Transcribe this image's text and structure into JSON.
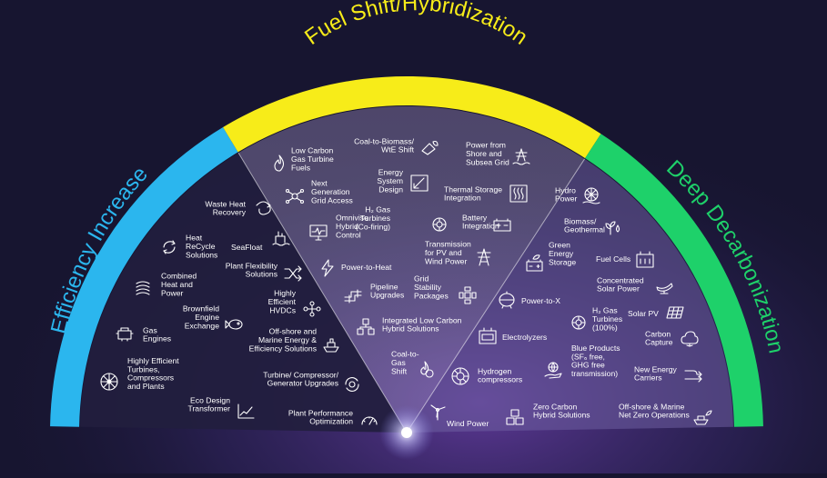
{
  "colors": {
    "background": "#171530",
    "efficiency": "#2bb6ee",
    "fuel_shift": "#f7ec19",
    "deep_decarb": "#1ed16a",
    "fuel_title": "#f7ec19",
    "efficiency_title": "#2bb6ee",
    "deep_title": "#1ed16a",
    "glow": "#ffffff"
  },
  "sections": {
    "efficiency": {
      "title": "Efficiency Increase"
    },
    "fuel_shift": {
      "title": "Fuel Shift/Hybridization"
    },
    "deep_decarb": {
      "title": "Deep Decarbonization"
    }
  },
  "items": {
    "waste_heat": {
      "label": "Waste Heat\nRecovery",
      "icon": "spiral-arrows-icon"
    },
    "heat_recycle": {
      "label": "Heat\nReCycle\nSolutions",
      "icon": "recycle-icon"
    },
    "seafloat": {
      "label": "SeaFloat",
      "icon": "offshore-platform-icon"
    },
    "plant_flex": {
      "label": "Plant Flexibility\nSolutions",
      "icon": "shuffle-icon"
    },
    "combined_heat": {
      "label": "Combined\nHeat and\nPower",
      "icon": "turbine-coil-icon"
    },
    "brownfield": {
      "label": "Brownfield\nEngine\nExchange",
      "icon": "exchange-fish-icon"
    },
    "gas_engines": {
      "label": "Gas\nEngines",
      "icon": "engine-icon"
    },
    "hvdcs": {
      "label": "Highly\nEfficient\nHVDCs",
      "icon": "network-nodes-icon"
    },
    "offshore_marine": {
      "label": "Off-shore and\nMarine Energy &\nEfficiency Solutions",
      "icon": "ship-icon"
    },
    "hi_turbines": {
      "label": "Highly Efficient\nTurbines,\nCompressors\nand Plants",
      "icon": "turbine-icon"
    },
    "turbine_upgrades": {
      "label": "Turbine/ Compressor/\nGenerator Upgrades",
      "icon": "refresh-gear-icon"
    },
    "eco_transformer": {
      "label": "Eco Design\nTransformer",
      "icon": "chart-line-icon"
    },
    "plant_perf": {
      "label": "Plant Performance\nOptimization",
      "icon": "gauge-icon"
    },
    "low_carbon_fuels": {
      "label": "Low Carbon\nGas Turbine\nFuels",
      "icon": "flame-icon"
    },
    "coal_biomass": {
      "label": "Coal-to-Biomass/\nWtE Shift",
      "icon": "biomass-leaf-icon"
    },
    "next_grid": {
      "label": "Next\nGeneration\nGrid Access",
      "icon": "grid-hub-icon"
    },
    "energy_design": {
      "label": "Energy\nSystem\nDesign",
      "icon": "drafting-icon"
    },
    "omnivise": {
      "label": "Omnivise\nHybrid\nControl",
      "icon": "monitor-pulse-icon"
    },
    "h2_cofiring": {
      "label": "H₂ Gas\nTurbines\n(Co-firing)",
      "icon": "h2-turbine-icon"
    },
    "power_heat": {
      "label": "Power-to-Heat",
      "icon": "lightning-icon"
    },
    "pipeline": {
      "label": "Pipeline\nUpgrades",
      "icon": "pipe-icon"
    },
    "int_low_carbon": {
      "label": "Integrated Low Carbon\nHybrid Solutions",
      "icon": "hybrid-blocks-icon"
    },
    "coal_gas": {
      "label": "Coal-to-\nGas\nShift",
      "icon": "gas-flame-icon"
    },
    "power_shore": {
      "label": "Power from\nShore and\nSubsea Grid",
      "icon": "pylon-sea-icon"
    },
    "thermal_storage": {
      "label": "Thermal Storage\nIntegration",
      "icon": "heat-waves-icon"
    },
    "battery": {
      "label": "Battery\nIntegration",
      "icon": "battery-icon"
    },
    "transmission": {
      "label": "Transmission\nfor PV and\nWind Power",
      "icon": "pylon-icon"
    },
    "grid_stability": {
      "label": "Grid\nStability\nPackages",
      "icon": "grid-cross-icon"
    },
    "hydro": {
      "label": "Hydro\nPower",
      "icon": "hydro-wheel-icon"
    },
    "biomass_geo": {
      "label": "Biomass/\nGeothermal",
      "icon": "plant-drop-icon"
    },
    "green_storage": {
      "label": "Green\nEnergy\nStorage",
      "icon": "battery-leaf-icon"
    },
    "fuel_cells": {
      "label": "Fuel Cells",
      "icon": "fuel-cell-icon"
    },
    "csp": {
      "label": "Concentrated\nSolar Power",
      "icon": "solar-mirror-icon"
    },
    "power_x": {
      "label": "Power-to-X",
      "icon": "tank-icon"
    },
    "h2_100": {
      "label": "H₂ Gas\nTurbines\n(100%)",
      "icon": "h2-turbine-icon"
    },
    "solar_pv": {
      "label": "Solar PV",
      "icon": "solar-panel-icon"
    },
    "electrolyzers": {
      "label": "Electrolyzers",
      "icon": "electrolyzer-icon"
    },
    "carbon_capture": {
      "label": "Carbon\nCapture",
      "icon": "co2-cloud-icon"
    },
    "blue_products": {
      "label": "Blue Products\n(SF₆ free,\nGHG free\ntransmission)",
      "icon": "hand-globe-icon"
    },
    "new_carriers": {
      "label": "New Energy\nCarriers",
      "icon": "arrows-right-icon"
    },
    "h2_compressors": {
      "label": "Hydrogen\ncompressors",
      "icon": "compressor-ring-icon"
    },
    "wind": {
      "label": "Wind Power",
      "icon": "wind-turbine-icon"
    },
    "zero_carbon": {
      "label": "Zero Carbon\nHybrid Solutions",
      "icon": "stacked-boxes-icon"
    },
    "netzero_ops": {
      "label": "Off-shore & Marine\nNet Zero Operations",
      "icon": "ship-leaf-icon"
    }
  }
}
